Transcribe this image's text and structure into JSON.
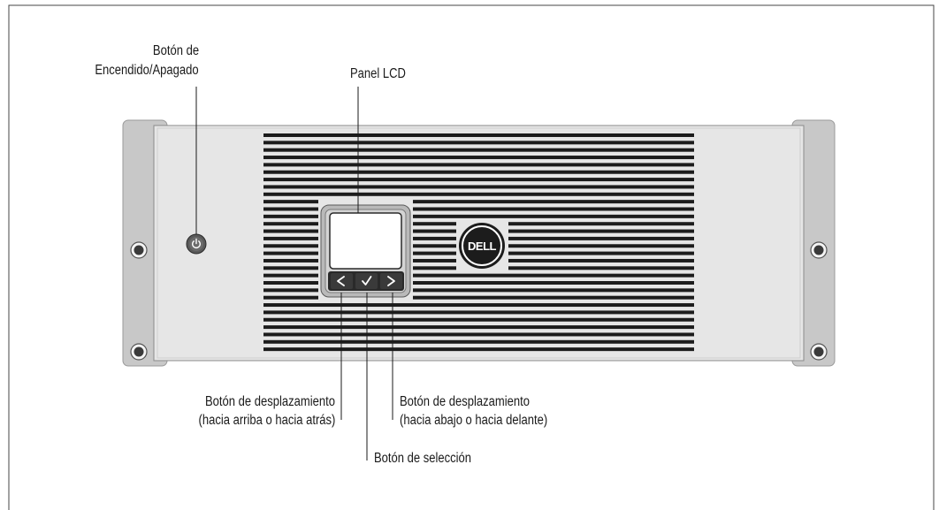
{
  "labels": {
    "power_button_line1": "Botón de",
    "power_button_line2": "Encendido/Apagado",
    "lcd_panel": "Panel LCD",
    "scroll_up_line1": "Botón de desplazamiento",
    "scroll_up_line2": "(hacia arriba o hacia atrás)",
    "scroll_down_line1": "Botón de desplazamiento",
    "scroll_down_line2": "(hacia abajo o hacia delante)",
    "select_button": "Botón de selección"
  },
  "logo_text": "DELL",
  "icons": {
    "power": "power-icon",
    "scroll_up": "chevron-left-icon",
    "select": "checkmark-icon",
    "scroll_down": "chevron-right-icon"
  },
  "colors": {
    "panel_fill": "#e6e6e6",
    "bracket_fill": "#c8c8c8",
    "grille_slot": "#1c1c1c",
    "line": "#1a1a1a"
  }
}
